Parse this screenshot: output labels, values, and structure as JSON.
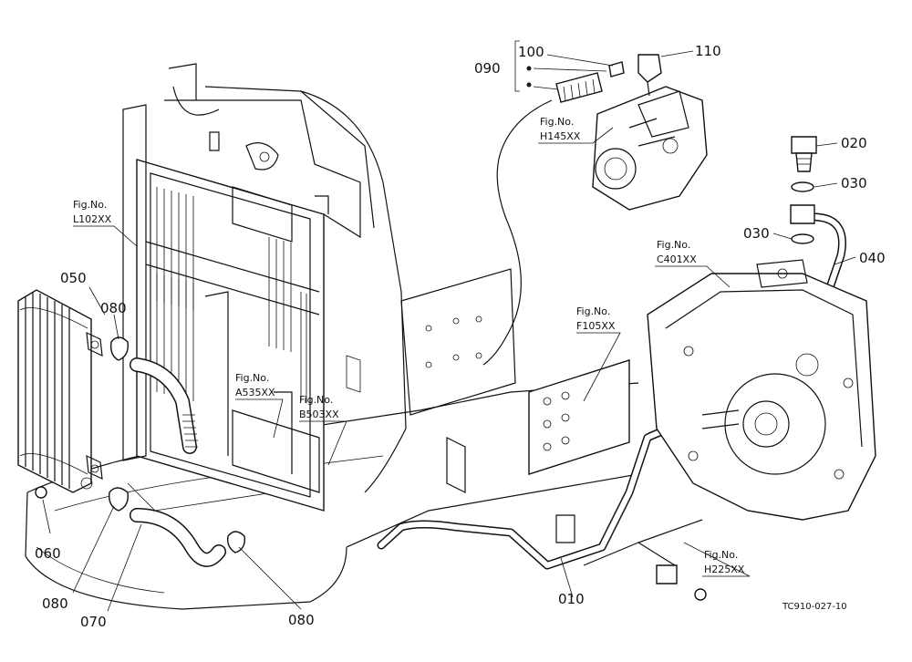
{
  "drawing_code": "TC910-027-10",
  "part_labels": {
    "p010": "010",
    "p020": "020",
    "p030a": "030",
    "p030b": "030",
    "p040": "040",
    "p050": "050",
    "p060": "060",
    "p070": "070",
    "p080a": "080",
    "p080b": "080",
    "p080c": "080",
    "p090": "090",
    "p100": "100",
    "p110": "110"
  },
  "fig_refs": {
    "l102": {
      "prefix": "Fig.No.",
      "code": "L102XX"
    },
    "h145": {
      "prefix": "Fig.No.",
      "code": "H145XX"
    },
    "c401": {
      "prefix": "Fig.No.",
      "code": "C401XX"
    },
    "f105": {
      "prefix": "Fig.No.",
      "code": "F105XX"
    },
    "a535": {
      "prefix": "Fig.No.",
      "code": "A535XX"
    },
    "b503": {
      "prefix": "Fig.No.",
      "code": "B503XX"
    },
    "h225": {
      "prefix": "Fig.No.",
      "code": "H225XX"
    }
  }
}
